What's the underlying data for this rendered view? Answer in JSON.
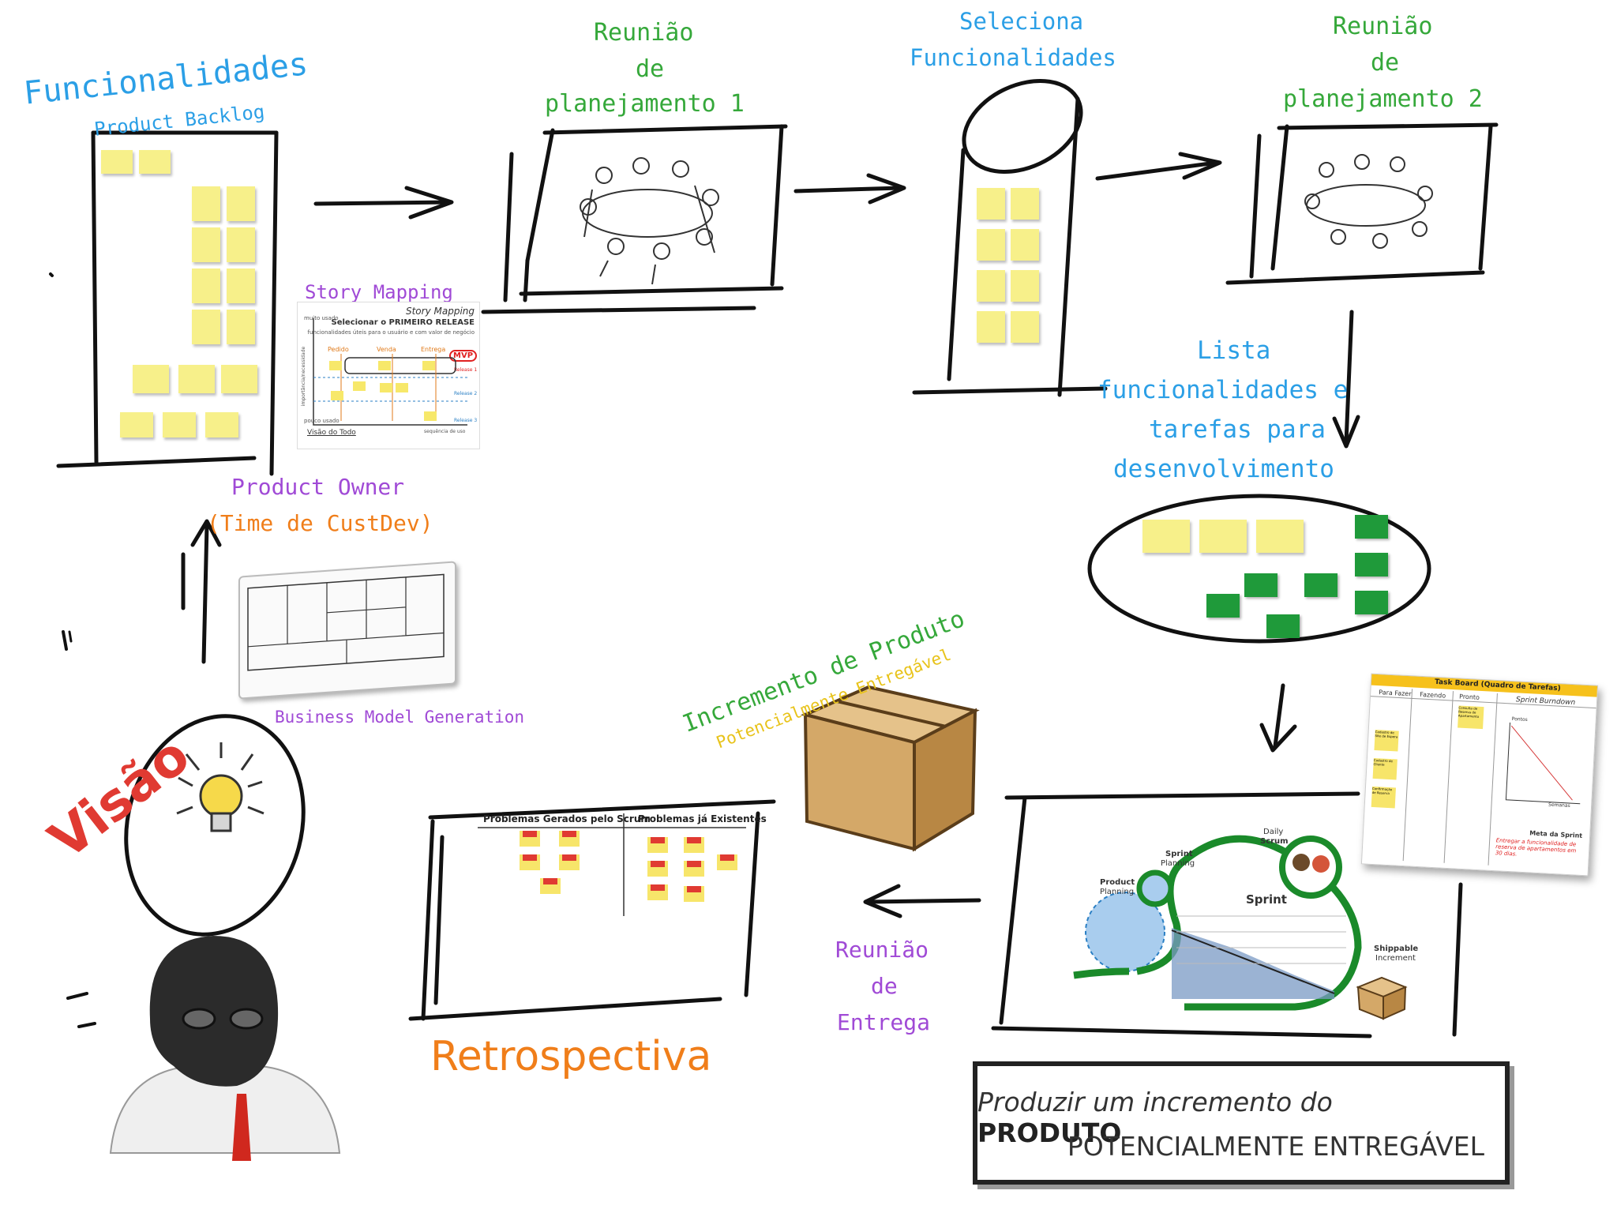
{
  "labels": {
    "funcionalidades": "Funcionalidades",
    "product_backlog": "Product Backlog",
    "reuniao_1_a": "Reunião",
    "reuniao_1_b": "de",
    "reuniao_1_c": "planejamento 1",
    "seleciona_a": "Seleciona",
    "seleciona_b": "Funcionalidades",
    "reuniao_2_a": "Reunião",
    "reuniao_2_b": "de",
    "reuniao_2_c": "planejamento 2",
    "story_mapping": "Story Mapping",
    "lista_a": "Lista",
    "lista_b": "funcionalidades e",
    "lista_c": "tarefas para",
    "lista_d": "desenvolvimento",
    "product_owner": "Product Owner",
    "time_custdev": "(Time de CustDev)",
    "business_model": "Business Model Generation",
    "incremento_a": "Incremento de Produto",
    "incremento_b": "Potencialmente Entregável",
    "visao": "Visão",
    "retrospectiva": "Retrospectiva",
    "reuniao_entrega_a": "Reunião",
    "reuniao_entrega_b": "de",
    "reuniao_entrega_c": "Entrega"
  },
  "story_map": {
    "title": "Story Mapping",
    "subtitle": "Selecionar o PRIMEIRO RELEASE",
    "desc": "funcionalidades úteis para o usuário e com valor de negócio",
    "top_axis": "muito usado",
    "bottom_axis": "pouco usado",
    "col1": "Pedido",
    "col2": "Venda",
    "col3": "Entrega",
    "mvp": "MVP",
    "release1": "Release 1",
    "release2": "Release 2",
    "release3": "Release 3",
    "visao_do_todo": "Visão do Todo",
    "sequencia": "sequência de uso",
    "vertical_axis": "importância/necessidade"
  },
  "retro": {
    "col1": "Problemas Gerados pelo Scrum",
    "col2": "Problemas já Existentes"
  },
  "scrum": {
    "product_planning_a": "Product",
    "product_planning_b": "Planning",
    "sprint_planning_a": "Sprint",
    "sprint_planning_b": "Planning",
    "daily_scrum_a": "Daily",
    "daily_scrum_b": "Scrum",
    "sprint": "Sprint",
    "shippable_a": "Shippable",
    "shippable_b": "Increment"
  },
  "task_board": {
    "title": "Task Board (Quadro de Tarefas)",
    "col1": "Para Fazer",
    "col2": "Fazendo",
    "col3": "Pronto",
    "col4": "Sprint Burndown",
    "pontos": "Pontos",
    "semanas": "Semanas",
    "meta": "Meta da Sprint",
    "meta_text": "Entregar a funcionalidade de reserva de apartamentos em 30 dias.",
    "note1": "Cadastro de Site de Espera",
    "note2": "Cadastro de Cliente",
    "note3": "Confirmação de Reserva",
    "note4": "Consulta de Reserva de Apartamento"
  },
  "caption": {
    "line1_italic": "Produzir um incremento do",
    "line1_bold": "PRODUTO",
    "line2": "POTENCIALMENTE ENTREGÁVEL"
  },
  "colors": {
    "blue": "#2b9fe6",
    "green": "#35a83a",
    "purple": "#a04ad6",
    "orange": "#f07e1a",
    "red": "#e03a32",
    "sticky_yellow": "#f7f08a",
    "sticky_green": "#1f9a3a"
  }
}
